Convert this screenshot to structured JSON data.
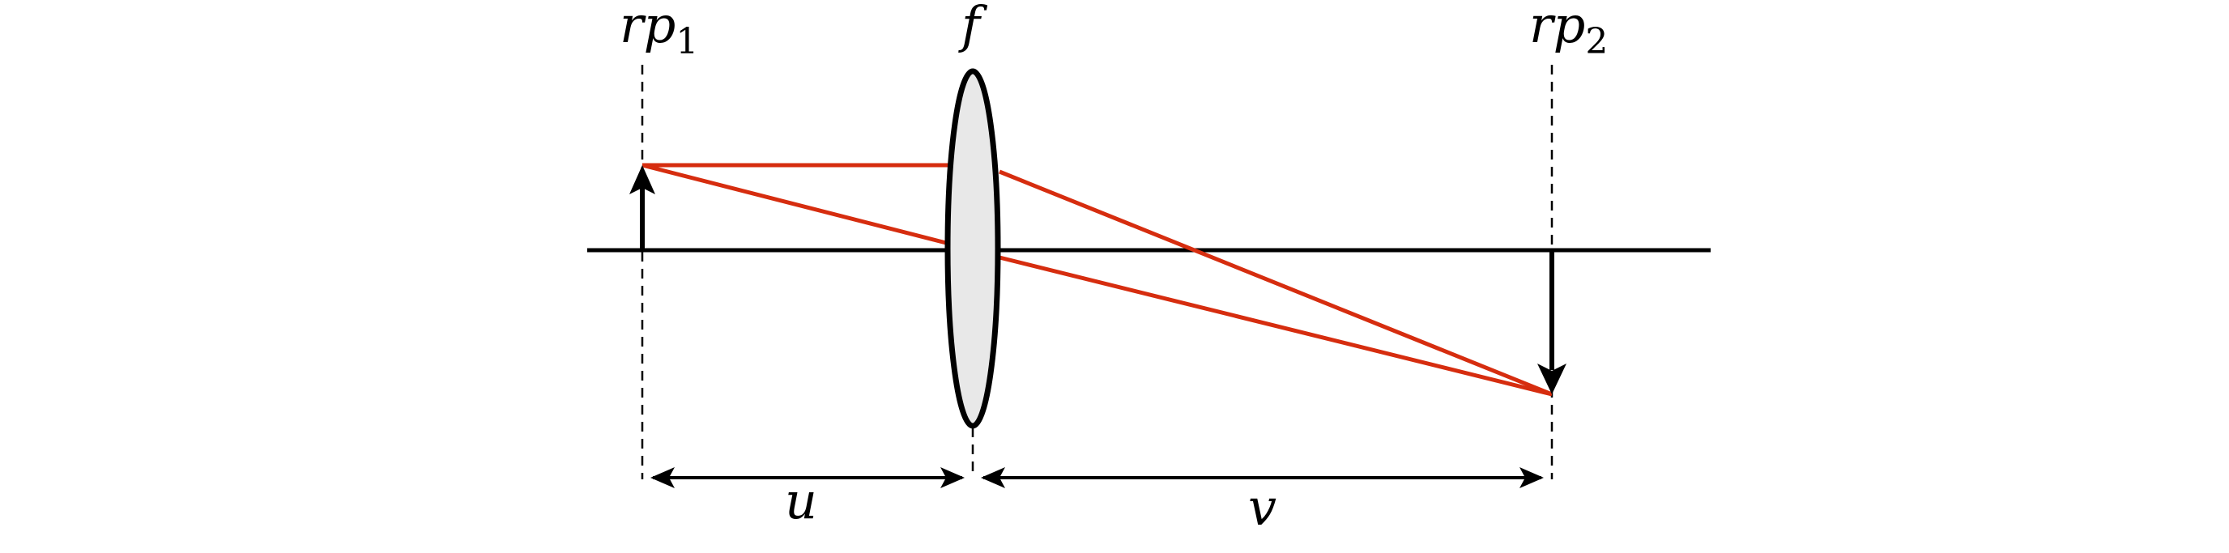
{
  "labels": {
    "plane1": {
      "base": "rp",
      "sub": "1"
    },
    "plane2": {
      "base": "rp",
      "sub": "2"
    },
    "focal": "f",
    "object_distance": "u",
    "image_distance": "v"
  },
  "colors": {
    "ray": "#d62d0f",
    "line": "#000000",
    "lens_fill": "#e8e8e8",
    "background": "#ffffff"
  }
}
